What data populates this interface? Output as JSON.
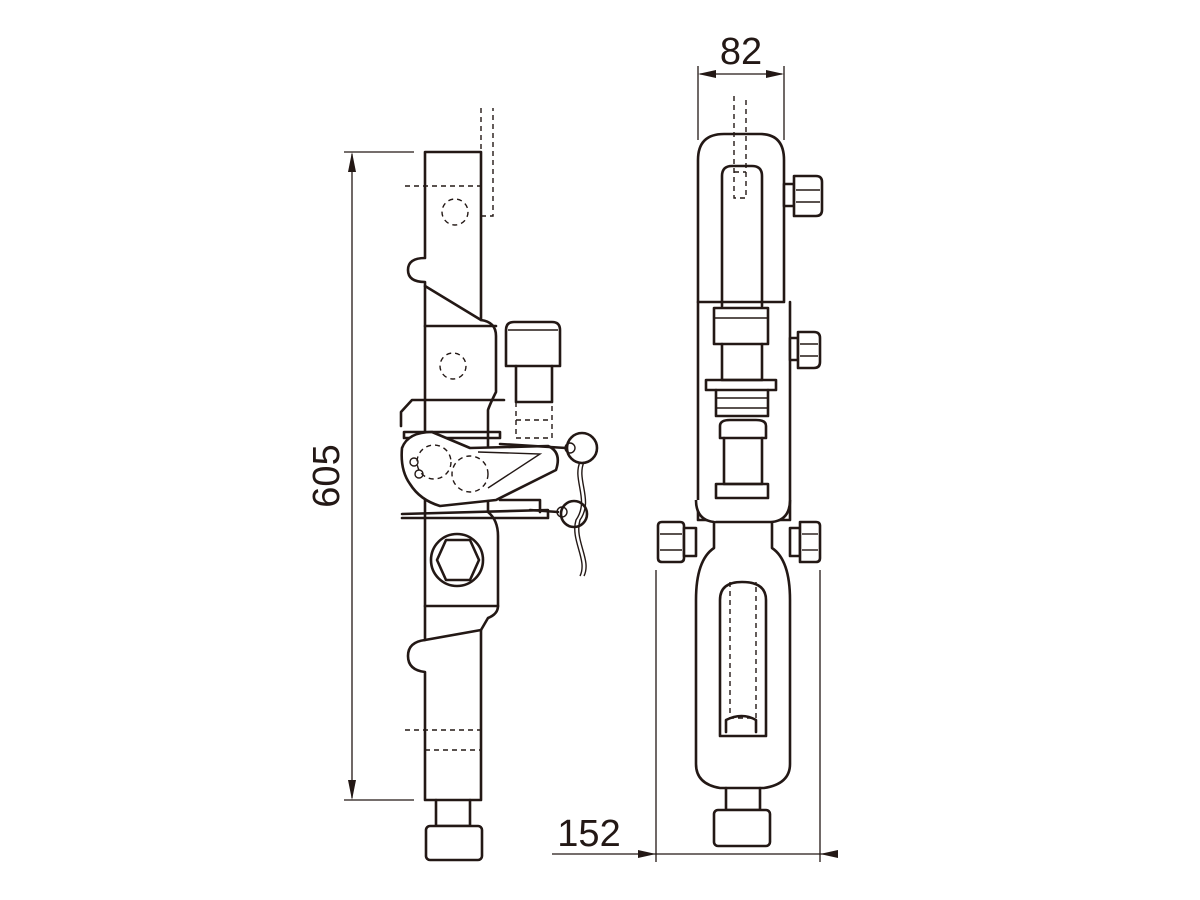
{
  "dimensions": {
    "height_label": "605",
    "top_width_label": "82",
    "bottom_width_label": "152"
  }
}
